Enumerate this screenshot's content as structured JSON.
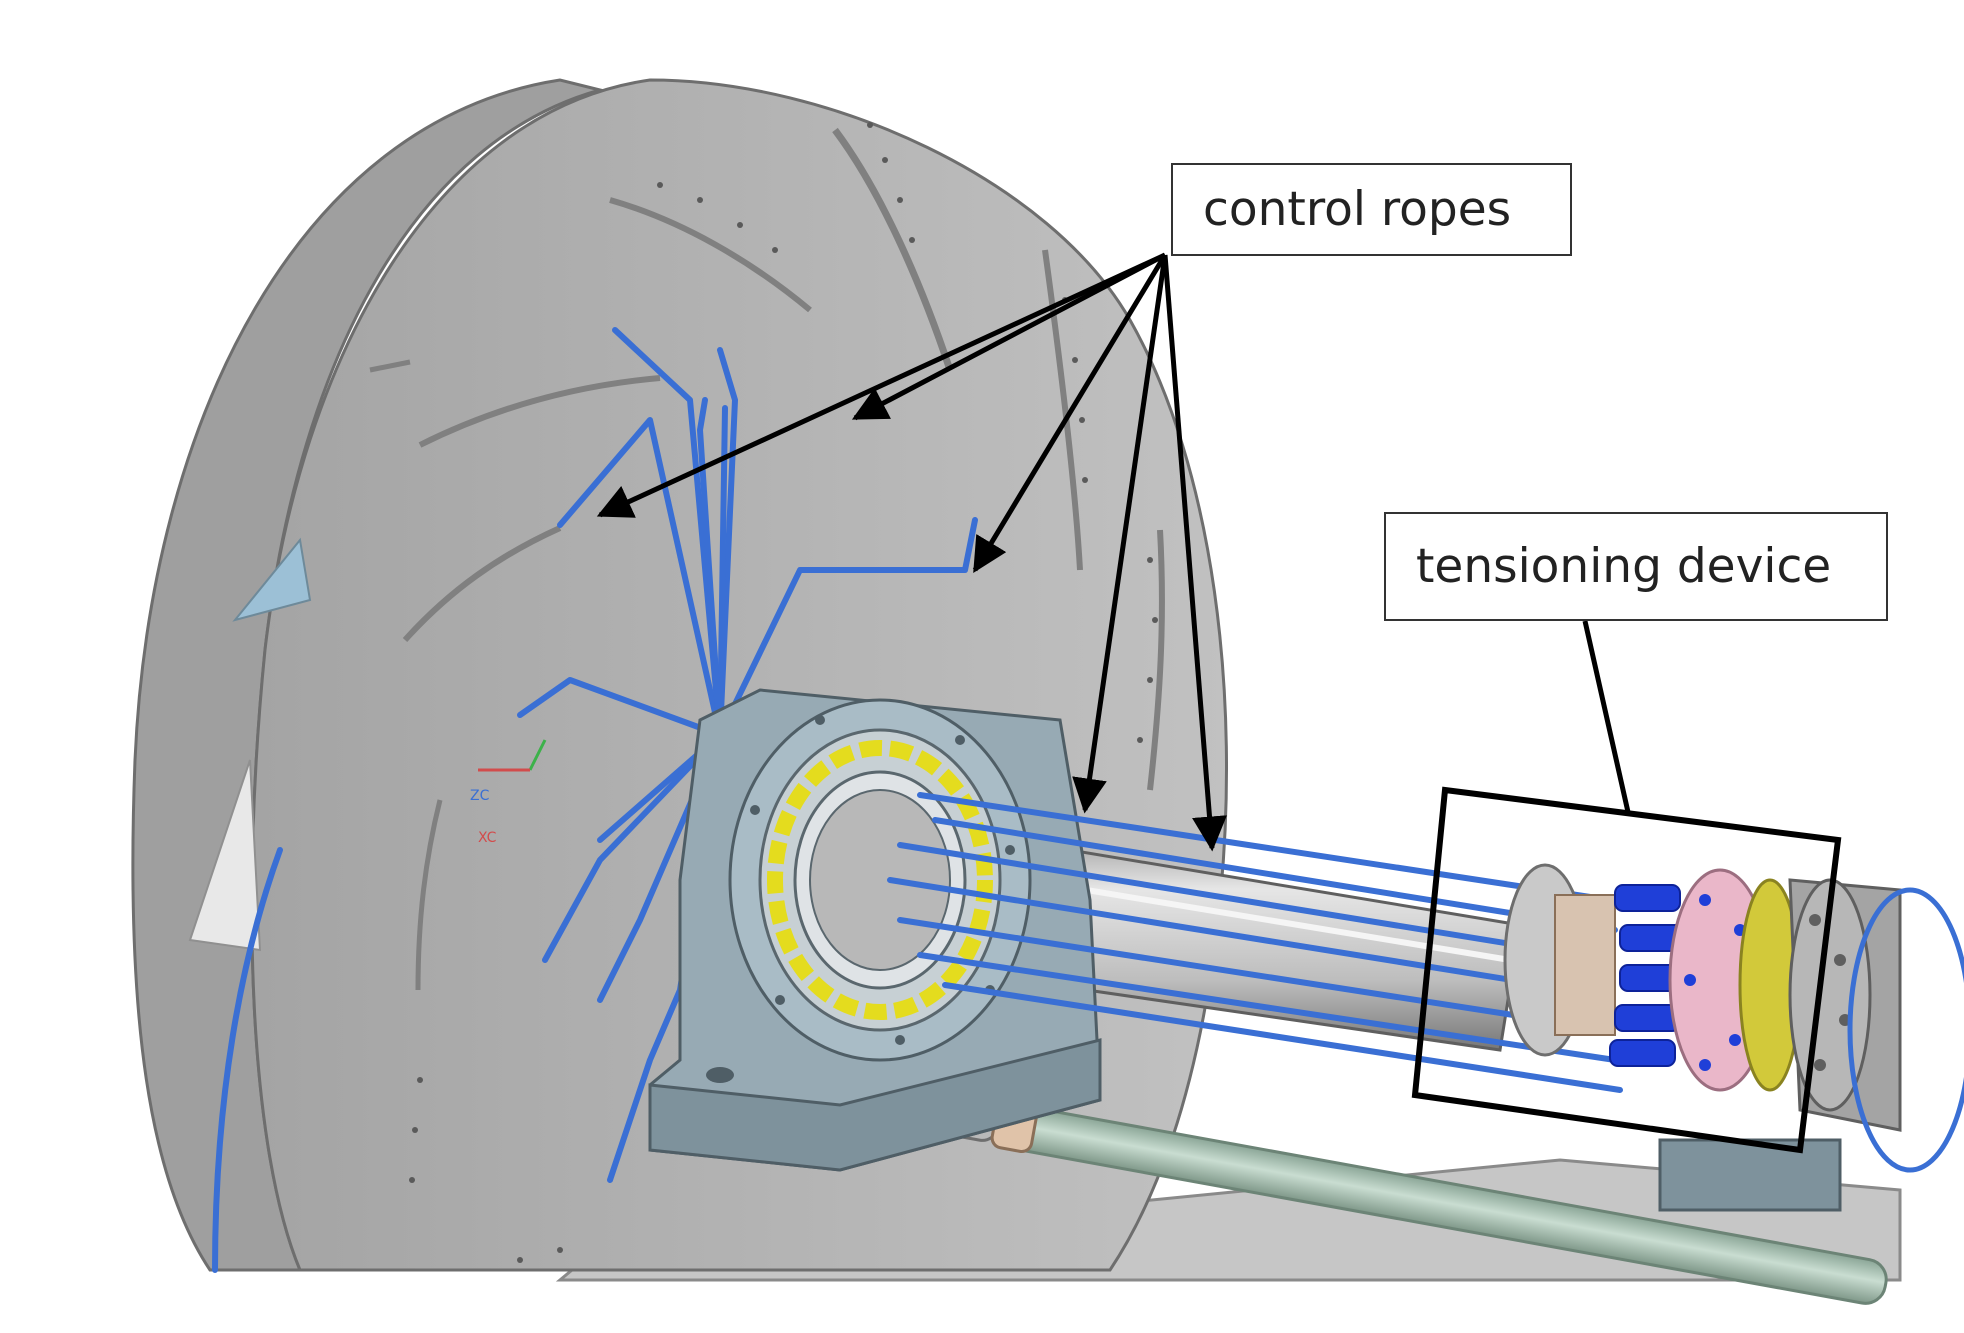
{
  "labels": {
    "control_ropes": "control ropes",
    "tensioning_device": "tensioning device"
  },
  "axis_triad": {
    "zc": "ZC",
    "xc": "XC"
  },
  "colors": {
    "background": "#ffffff",
    "housing_gray": "#b4b4b4",
    "rope_blue": "#3a6fd4",
    "bearing_block": "#97aab4",
    "bearing_ball": "#e4dc1e",
    "coupling_pink": "#eab7c9",
    "coupling_yellow": "#d2c93a",
    "rail_green": "#a6c1b3",
    "annotation_black": "#000000"
  }
}
